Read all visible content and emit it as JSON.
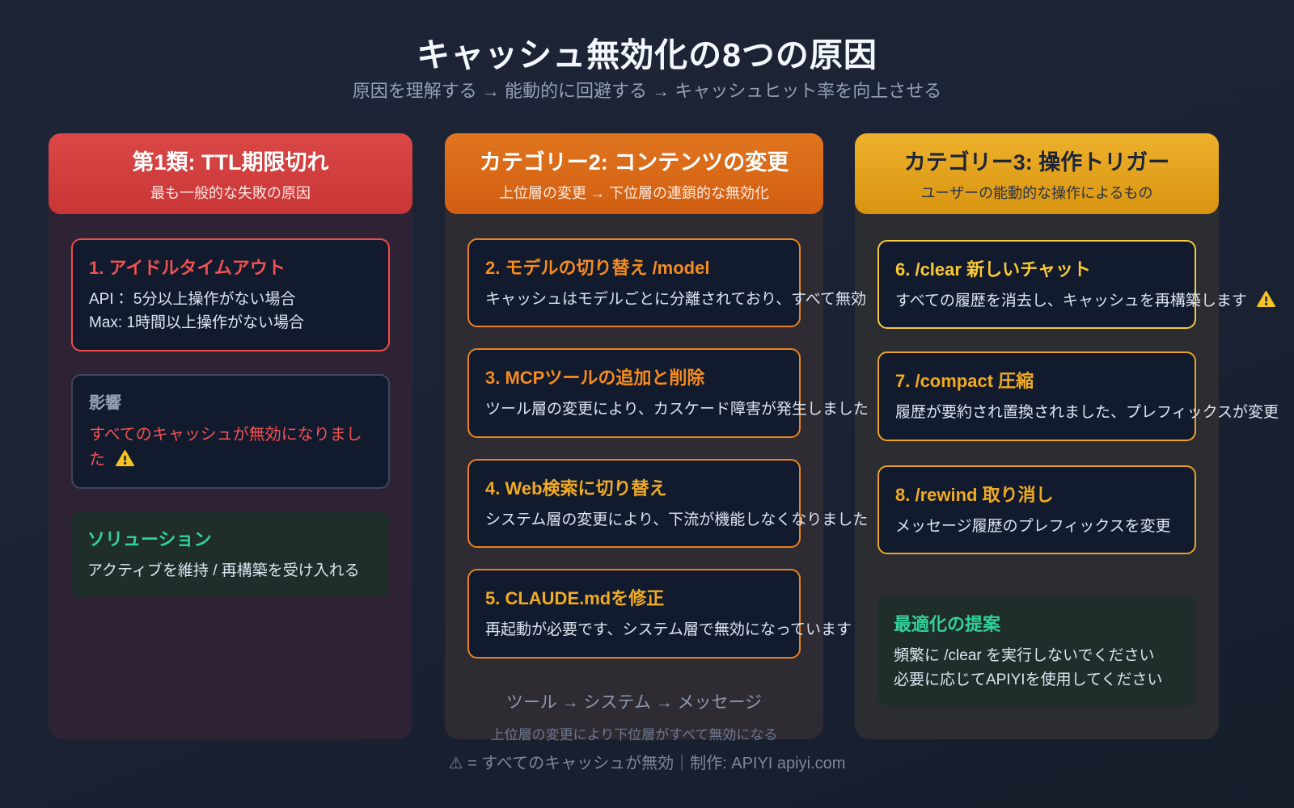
{
  "page": {
    "title": "キャッシュ無効化の8つの原因",
    "subtitle": "原因を理解する → 能動的に回避する → キャッシュヒット率を向上させる",
    "footer": "⚠ = すべてのキャッシュが無効｜制作: APIYI apiyi.com"
  },
  "colors": {
    "background": "#1a2233",
    "red_accent": "#ef4c4c",
    "orange_accent": "#e0751f",
    "gold_accent": "#eeb12c",
    "green_accent": "#31d198",
    "warning_yellow": "#f7c325",
    "body_text": "#dde4f0"
  },
  "columns": [
    {
      "header_title": "第1類: TTL期限切れ",
      "header_subtitle": "最も一般的な失敗の原因",
      "cards": [
        {
          "title": "1. アイドルタイムアウト",
          "lines": [
            "API： 5分以上操作がない場合",
            "Max: 1時間以上操作がない場合"
          ]
        },
        {
          "label": "影響",
          "text": "すべてのキャッシュが無効になりました",
          "icon": "warning-icon"
        },
        {
          "title": "ソリューション",
          "lines": [
            "アクティブを維持 / 再構築を受け入れる"
          ]
        }
      ]
    },
    {
      "header_title": "カテゴリー2: コンテンツの変更",
      "header_subtitle": "上位層の変更 → 下位層の連鎖的な無効化",
      "cards": [
        {
          "title": "2. モデルの切り替え /model",
          "text": "キャッシュはモデルごとに分離されており、すべて無効"
        },
        {
          "title": "3. MCPツールの追加と削除",
          "text": "ツール層の変更により、カスケード障害が発生しました"
        },
        {
          "title": "4. Web検索に切り替え",
          "text": "システム層の変更により、下流が機能しなくなりました"
        },
        {
          "title": "5. CLAUDE.mdを修正",
          "text": "再起動が必要です、システム層で無効になっています"
        }
      ],
      "footer_line1": "ツール → システム → メッセージ",
      "footer_line2": "上位層の変更により下位層がすべて無効になる"
    },
    {
      "header_title": "カテゴリー3: 操作トリガー",
      "header_subtitle": "ユーザーの能動的な操作によるもの",
      "cards": [
        {
          "title": "6. /clear 新しいチャット",
          "text": "すべての履歴を消去し、キャッシュを再構築します",
          "icon": "warning-icon"
        },
        {
          "title": "7. /compact 圧縮",
          "text": "履歴が要約され置換されました、プレフィックスが変更"
        },
        {
          "title": "8. /rewind 取り消し",
          "text": "メッセージ履歴のプレフィックスを変更"
        },
        {
          "title": "最適化の提案",
          "lines": [
            "頻繁に /clear を実行しないでください",
            "必要に応じてAPIYIを使用してください"
          ]
        }
      ]
    }
  ]
}
